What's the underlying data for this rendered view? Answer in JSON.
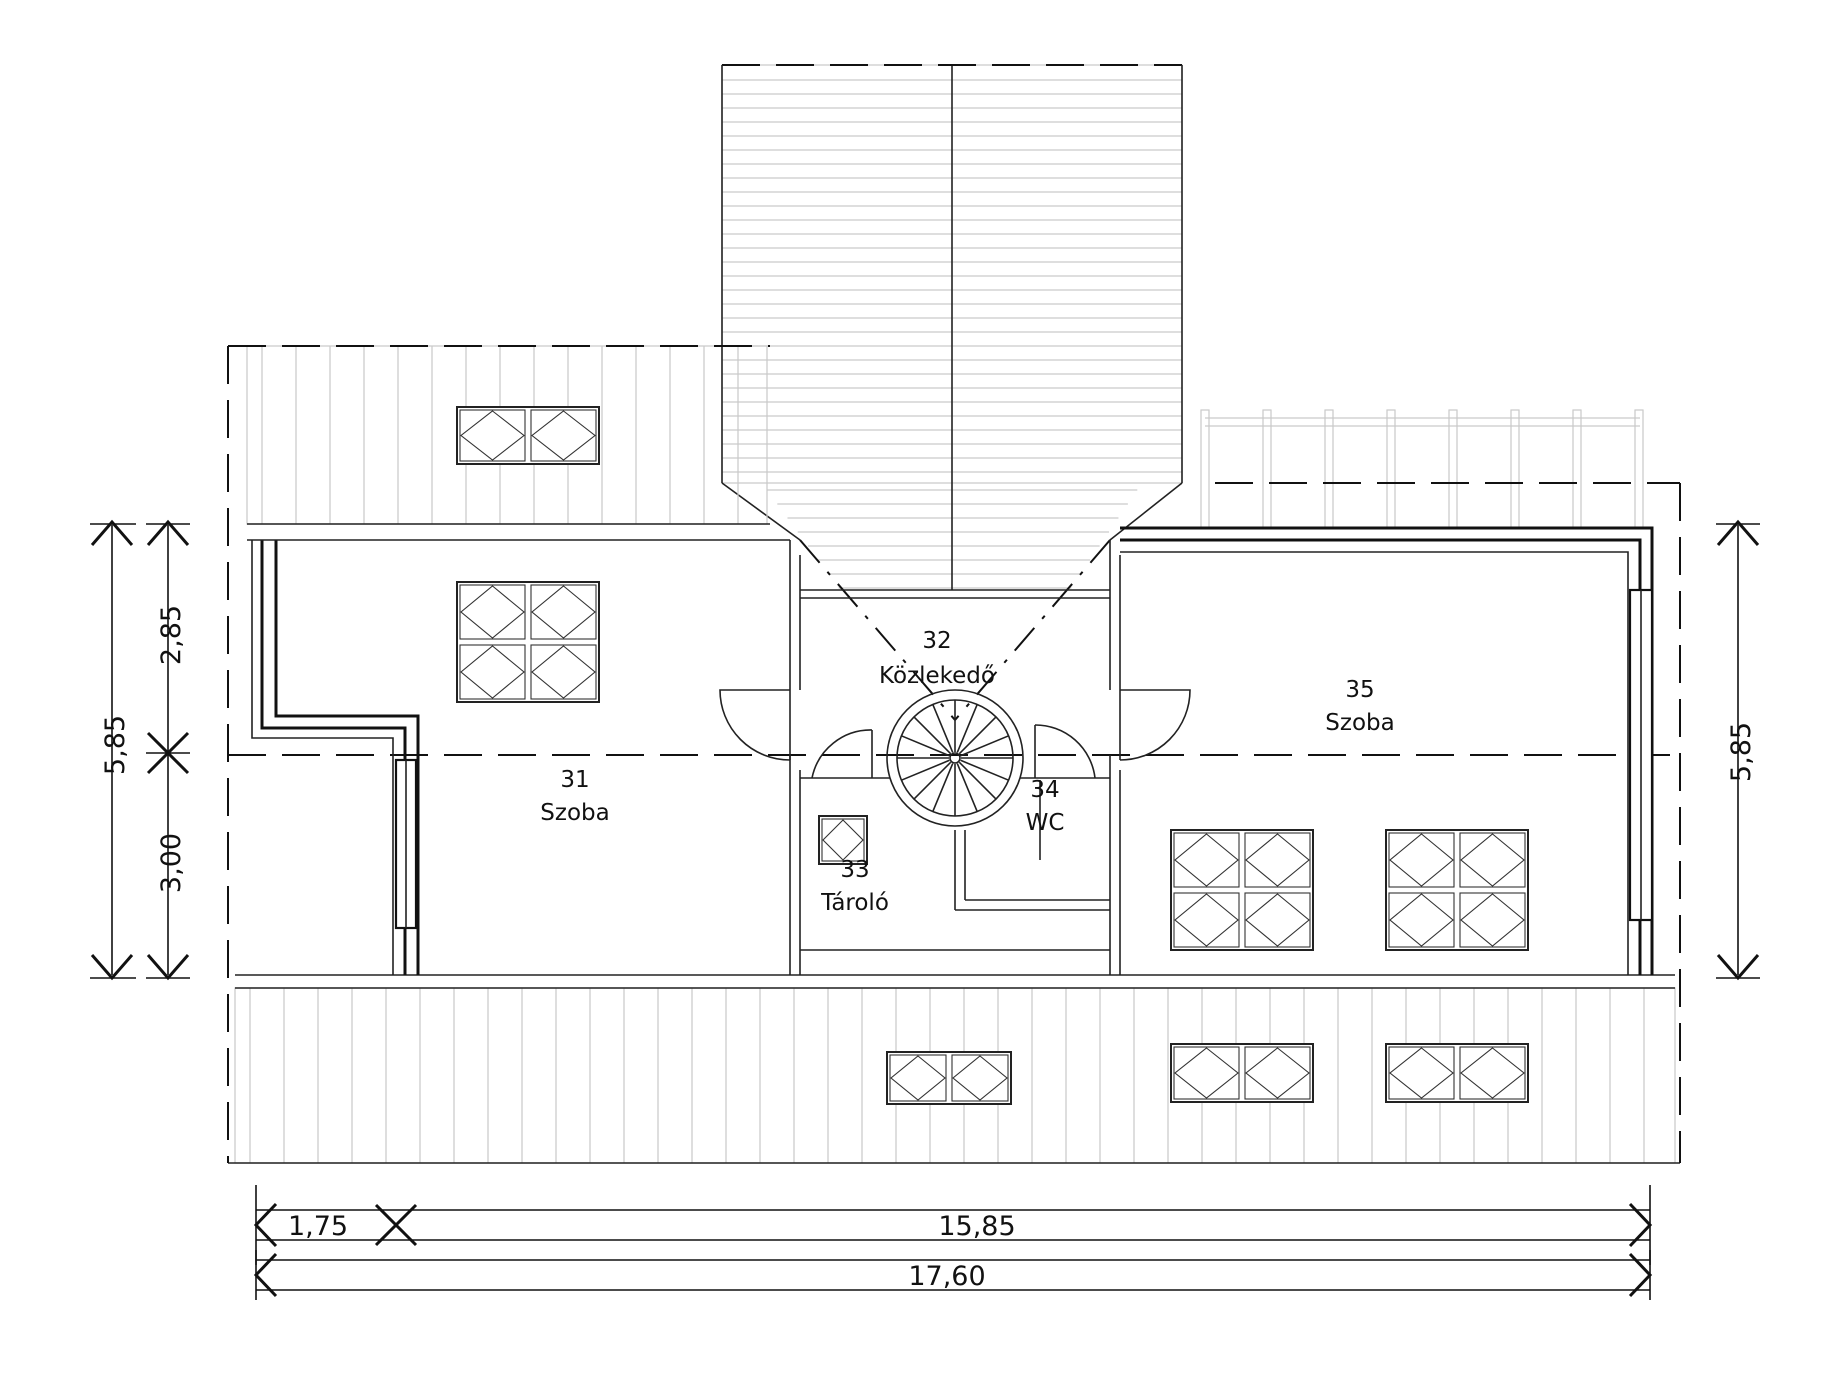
{
  "rooms": {
    "room31": {
      "number": "31",
      "name": "Szoba"
    },
    "room32": {
      "number": "32",
      "name": "Közlekedő"
    },
    "room33": {
      "number": "33",
      "name": "Tároló"
    },
    "room34": {
      "number": "34",
      "name": "WC"
    },
    "room35": {
      "number": "35",
      "name": "Szoba"
    }
  },
  "dimensions": {
    "left_total": "5,85",
    "left_upper": "2,85",
    "left_lower": "3,00",
    "right_total": "5,85",
    "bottom_left": "1,75",
    "bottom_right": "15,85",
    "bottom_total": "17,60"
  }
}
